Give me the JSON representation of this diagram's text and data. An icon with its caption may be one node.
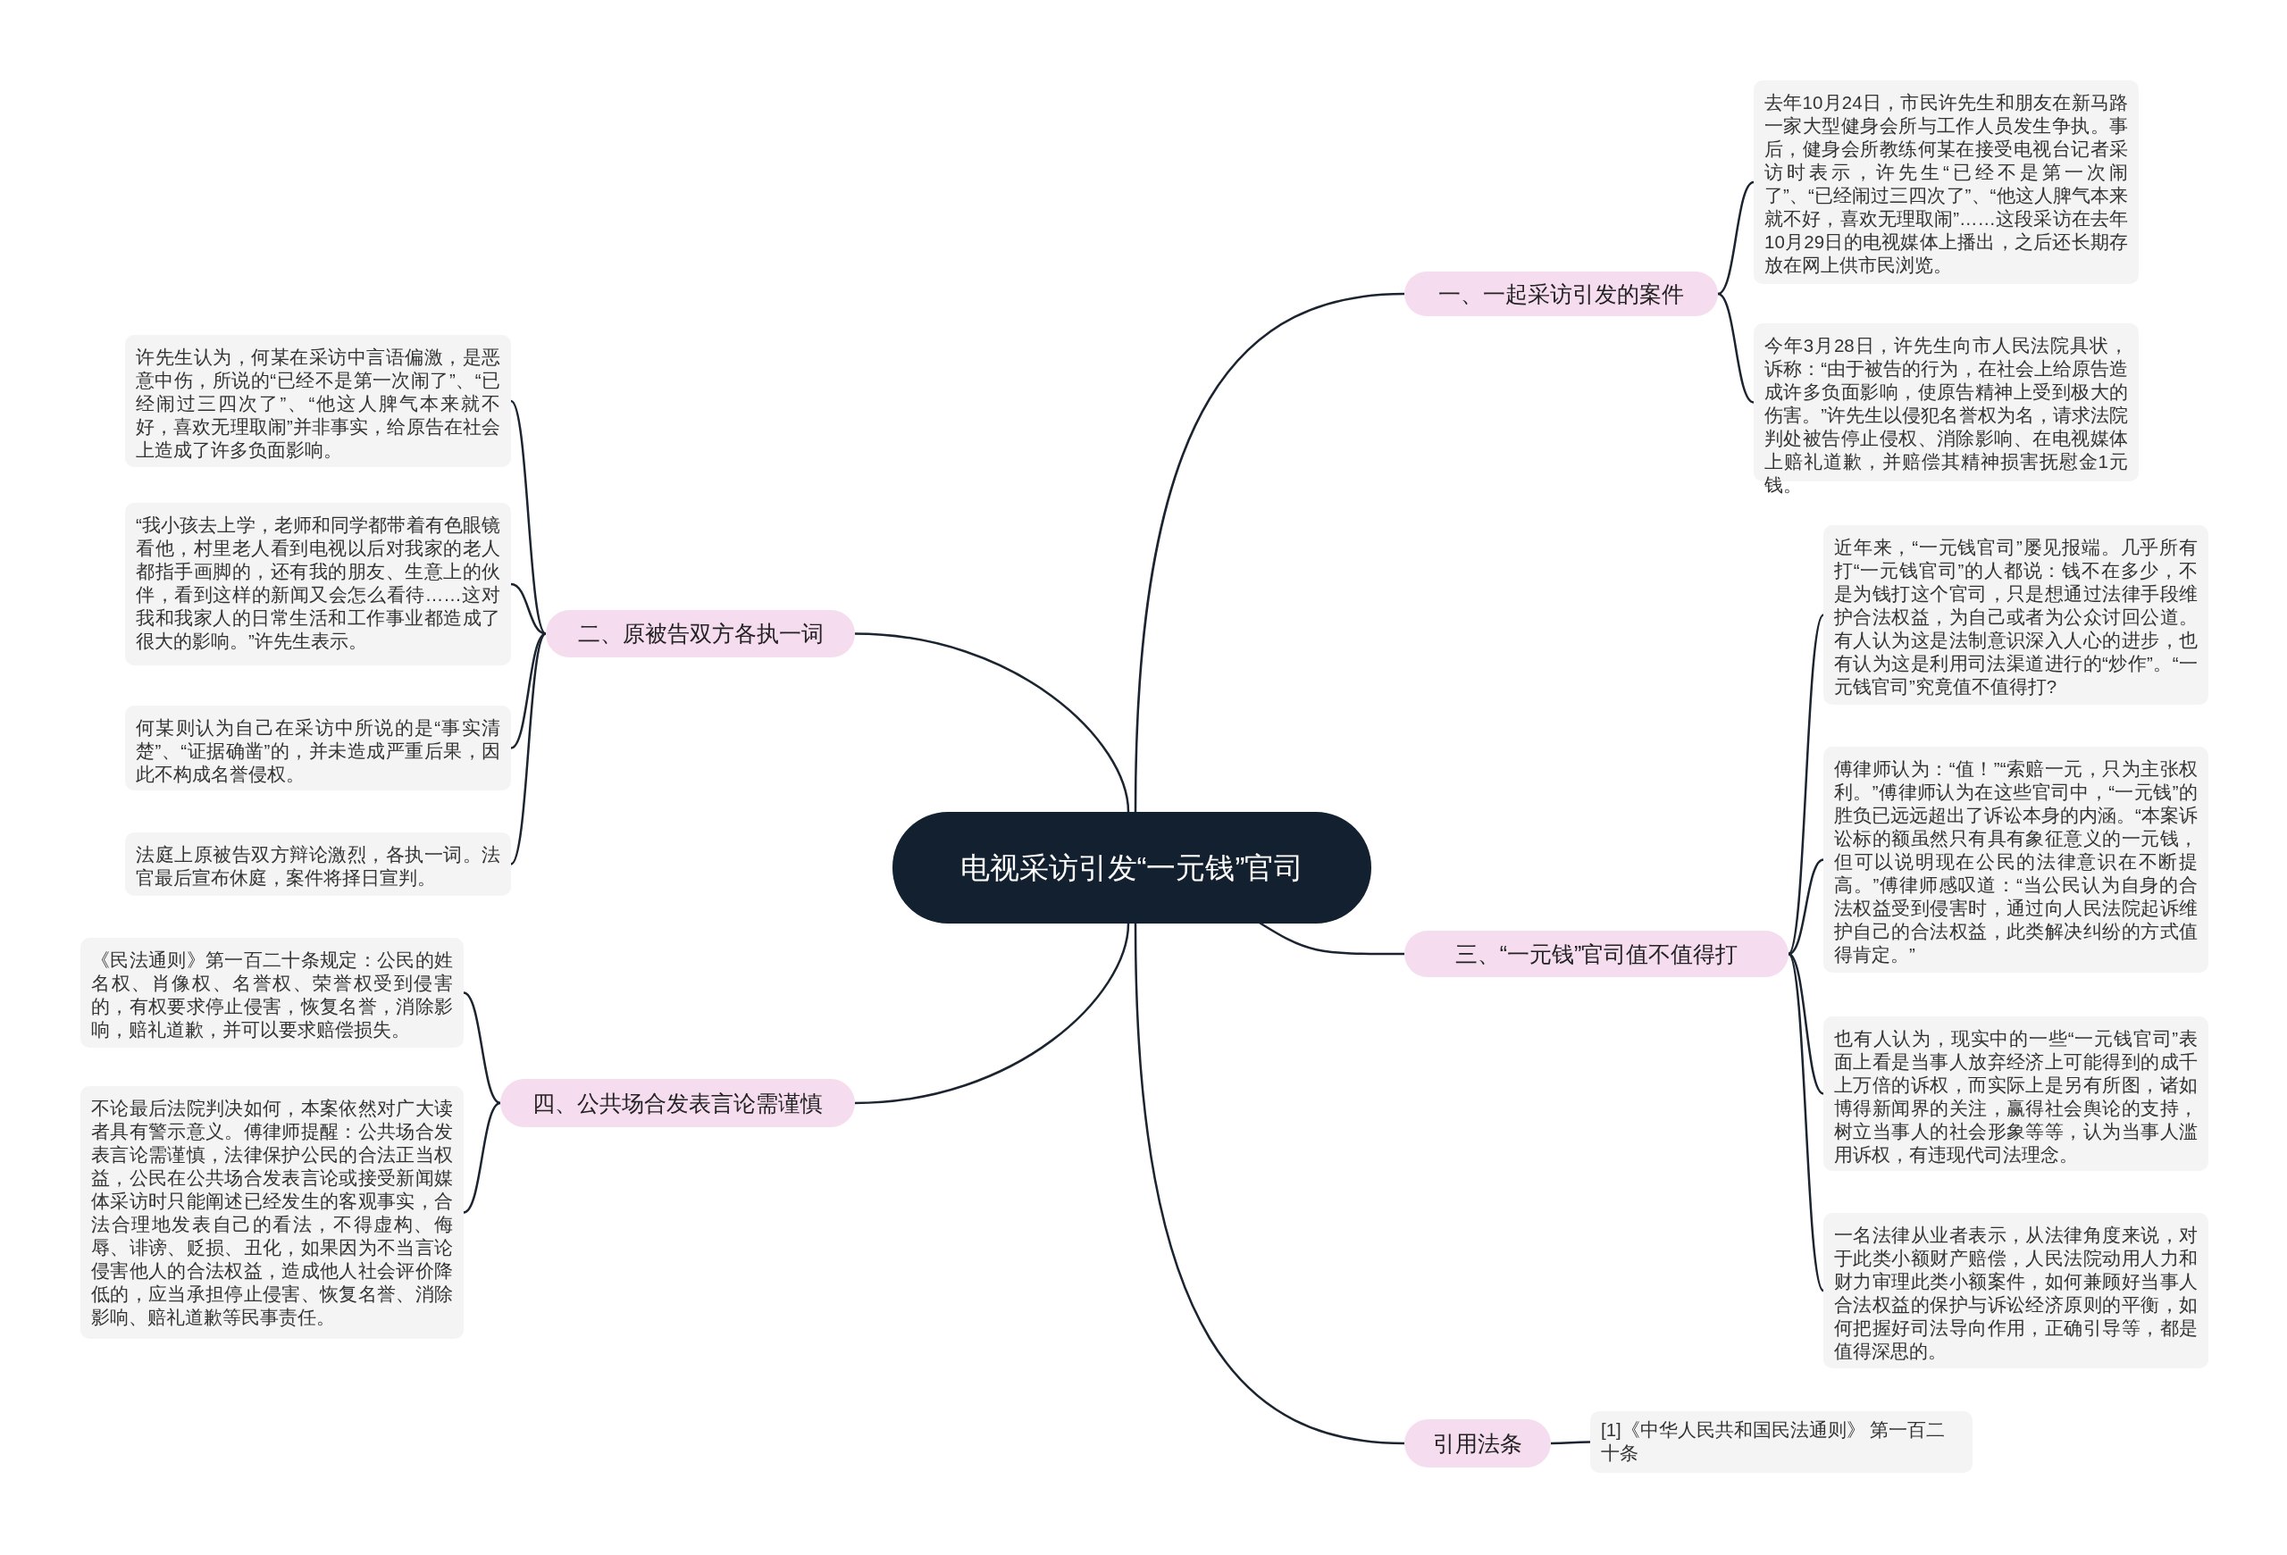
{
  "diagram": {
    "nodes": [
      {
        "text": [
          "电视采访引发“一元钱”官司"
        ]
      },
      {
        "text": [
          "一、一起采访引发的案件"
        ]
      },
      {
        "text": [
          "去年10月24日，市民许先生和朋友在新马路一家大型健身会所与工作人员发生争执。事后，健身会所教练何某在接受电视台记者采访时表示，许先生“已经不是第一次闹了”、“已经闹过三四次了”、“他这人脾气本来就不好，喜欢无理取闹”……这段采访在去年10月29日的电视媒体上播出，之后还长期存放在网上供市民浏览。"
        ]
      },
      {
        "text": [
          "今年3月28日，许先生向市人民法院具状，诉称：“由于被告的行为，在社会上给原告造成许多负面影响，使原告精神上受到极大的伤害。”许先生以侵犯名誉权为名，请求法院判处被告停止侵权、消除影响、在电视媒体上赔礼道歉，并赔偿其精神损害抚慰金1元钱。"
        ]
      },
      {
        "text": [
          "二、原被告双方各执一词"
        ]
      },
      {
        "text": [
          "许先生认为，何某在采访中言语偏激，是恶意中伤，所说的“已经不是第一次闹了”、“已经闹过三四次了”、“他这人脾气本来就不好，喜欢无理取闹”并非事实，给原告在社会上造成了许多负面影响。"
        ]
      },
      {
        "text": [
          "“我小孩去上学，老师和同学都带着有色眼镜看他，村里老人看到电视以后对我家的老人都指手画脚的，还有我的朋友、生意上的伙伴，看到这样的新闻又会怎么看待……这对我和我家人的日常生活和工作事业都造成了很大的影响。”许先生表示。"
        ]
      },
      {
        "text": [
          "何某则认为自己在采访中所说的是“事实清楚”、“证据确凿”的，并未造成严重后果，因此不构成名誉侵权。"
        ]
      },
      {
        "text": [
          "法庭上原被告双方辩论激烈，各执一词。法官最后宣布休庭，案件将择日宣判。"
        ]
      },
      {
        "text": [
          "三、“一元钱”官司值不值得打"
        ]
      },
      {
        "text": [
          "近年来，“一元钱官司”屡见报端。几乎所有打“一元钱官司”的人都说：钱不在多少，不是为钱打这个官司，只是想通过法律手段维护合法权益，为自己或者为公众讨回公道。有人认为这是法制意识深入人心的进步，也有认为这是利用司法渠道进行的“炒作”。“一元钱官司”究竟值不值得打?"
        ]
      },
      {
        "text": [
          "傅律师认为：“值！”“索赔一元，只为主张权利。”傅律师认为在这些官司中，“一元钱”的胜负已远远超出了诉讼本身的内涵。“本案诉讼标的额虽然只有具有象征意义的一元钱，但可以说明现在公民的法律意识在不断提高。”傅律师感叹道：“当公民认为自身的合法权益受到侵害时，通过向人民法院起诉维护自己的合法权益，此类解决纠纷的方式值得肯定。”"
        ]
      },
      {
        "text": [
          "也有人认为，现实中的一些“一元钱官司”表面上看是当事人放弃经济上可能得到的成千上万倍的诉权，而实际上是另有所图，诸如博得新闻界的关注，赢得社会舆论的支持，树立当事人的社会形象等等，认为当事人滥用诉权，有违现代司法理念。"
        ]
      },
      {
        "text": [
          "一名法律从业者表示，从法律角度来说，对于此类小额财产赔偿，人民法院动用人力和财力审理此类小额案件，如何兼顾好当事人合法权益的保护与诉讼经济原则的平衡，如何把握好司法导向作用，正确引导等，都是值得深思的。"
        ]
      },
      {
        "text": [
          "四、公共场合发表言论需谨慎"
        ]
      },
      {
        "text": [
          "《民法通则》第一百二十条规定：公民的姓名权、肖像权、名誉权、荣誉权受到侵害的，有权要求停止侵害，恢复名誉，消除影响，赔礼道歉，并可以要求赔偿损失。"
        ]
      },
      {
        "text": [
          "不论最后法院判决如何，本案依然对广大读者具有警示意义。傅律师提醒：公共场合发表言论需谨慎，法律保护公民的合法正当权益，公民在公共场合发表言论或接受新闻媒体采访时只能阐述已经发生的客观事实，合法合理地发表自己的看法，不得虚构、侮辱、诽谤、贬损、丑化，如果因为不当言论侵害他人的合法权益，造成他人社会评价降低的，应当承担停止侵害、恢复名誉、消除影响、赔礼道歉等民事责任。"
        ]
      },
      {
        "text": [
          "引用法条"
        ]
      },
      {
        "text": [
          "[1]《中华人民共和国民法通则》 第一百二十条"
        ]
      }
    ],
    "edges": [
      {
        "from": 0,
        "to": 1,
        "arrow": "none"
      },
      {
        "from": 1,
        "to": 2,
        "arrow": "none"
      },
      {
        "from": 1,
        "to": 3,
        "arrow": "none"
      },
      {
        "from": 0,
        "to": 4,
        "arrow": "none"
      },
      {
        "from": 4,
        "to": 5,
        "arrow": "none"
      },
      {
        "from": 4,
        "to": 6,
        "arrow": "none"
      },
      {
        "from": 4,
        "to": 7,
        "arrow": "none"
      },
      {
        "from": 4,
        "to": 8,
        "arrow": "none"
      },
      {
        "from": 0,
        "to": 9,
        "arrow": "none"
      },
      {
        "from": 9,
        "to": 10,
        "arrow": "none"
      },
      {
        "from": 9,
        "to": 11,
        "arrow": "none"
      },
      {
        "from": 9,
        "to": 12,
        "arrow": "none"
      },
      {
        "from": 9,
        "to": 13,
        "arrow": "none"
      },
      {
        "from": 0,
        "to": 14,
        "arrow": "none"
      },
      {
        "from": 14,
        "to": 15,
        "arrow": "none"
      },
      {
        "from": 14,
        "to": 16,
        "arrow": "none"
      },
      {
        "from": 0,
        "to": 17,
        "arrow": "none"
      },
      {
        "from": 17,
        "to": 18,
        "arrow": "none"
      }
    ]
  }
}
